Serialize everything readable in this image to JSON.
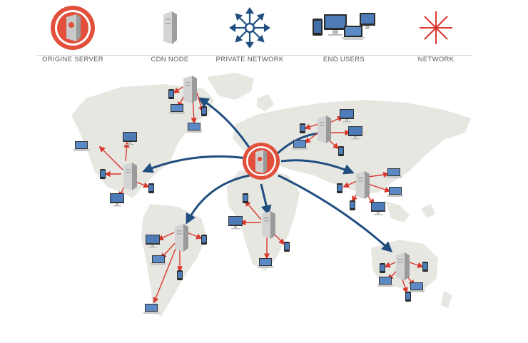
{
  "legend": {
    "origin_server": "ORIGINE SERVER",
    "cdn_node": "CDN NODE",
    "private_network": "PRIVATE NETWORK",
    "end_users": "END USERS",
    "network": "NETWORK"
  },
  "colors": {
    "origin_ring": "#e2503c",
    "server_body": "#c9c9c9",
    "private_network_arrow": "#1f4e7f",
    "network_arrow": "#d9372c",
    "map_land": "#e7e7e2",
    "rule": "#d2d2d2",
    "label_text": "#5a5a5a"
  },
  "icons": {
    "origin_server": "origin-server-icon",
    "cdn_node": "cdn-node-icon",
    "private_network": "private-network-icon",
    "end_users": "end-users-icon",
    "network": "network-icon"
  }
}
